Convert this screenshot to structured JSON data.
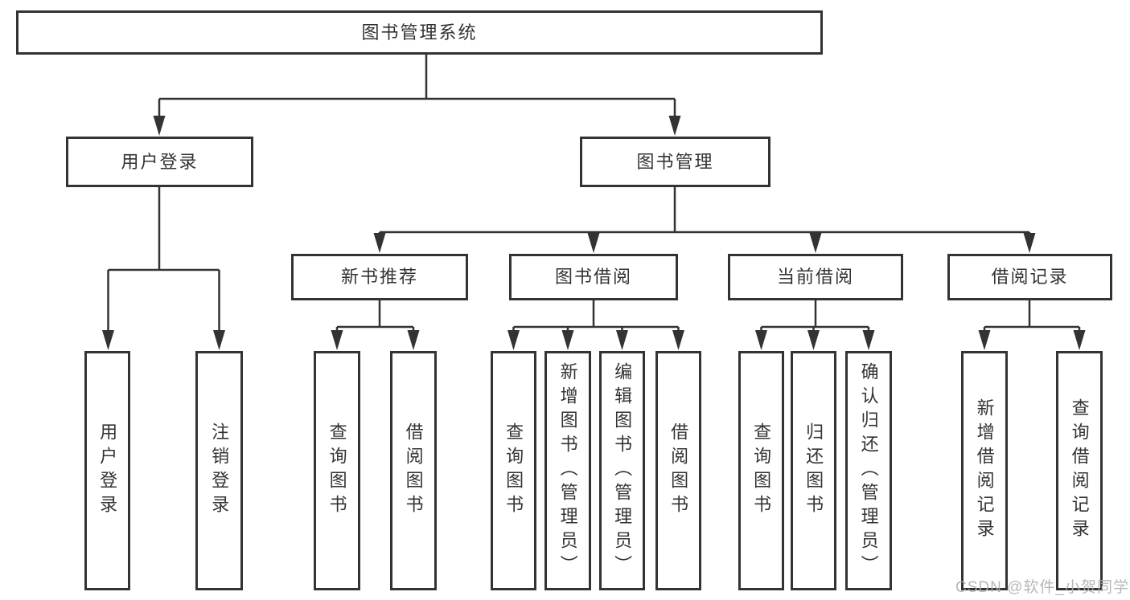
{
  "tree": {
    "label": "图书管理系统",
    "children": [
      {
        "label": "用户登录",
        "children": [
          {
            "label": "用户登录"
          },
          {
            "label": "注销登录"
          }
        ]
      },
      {
        "label": "图书管理",
        "children": [
          {
            "label": "新书推荐",
            "children": [
              {
                "label": "查询图书"
              },
              {
                "label": "借阅图书"
              }
            ]
          },
          {
            "label": "图书借阅",
            "children": [
              {
                "label": "查询图书"
              },
              {
                "label": "新增图书（管理员）"
              },
              {
                "label": "编辑图书（管理员）"
              },
              {
                "label": "借阅图书"
              }
            ]
          },
          {
            "label": "当前借阅",
            "children": [
              {
                "label": "查询图书"
              },
              {
                "label": "归还图书"
              },
              {
                "label": "确认归还（管理员）"
              }
            ]
          },
          {
            "label": "借阅记录",
            "children": [
              {
                "label": "新增借阅记录"
              },
              {
                "label": "查询借阅记录"
              }
            ]
          }
        ]
      }
    ]
  },
  "watermark": {
    "text": "CSDN @软件_小贺同学"
  },
  "colors": {
    "line": "#333333",
    "text": "#333333",
    "watermark": "#b0b0b0",
    "background": "#ffffff"
  }
}
